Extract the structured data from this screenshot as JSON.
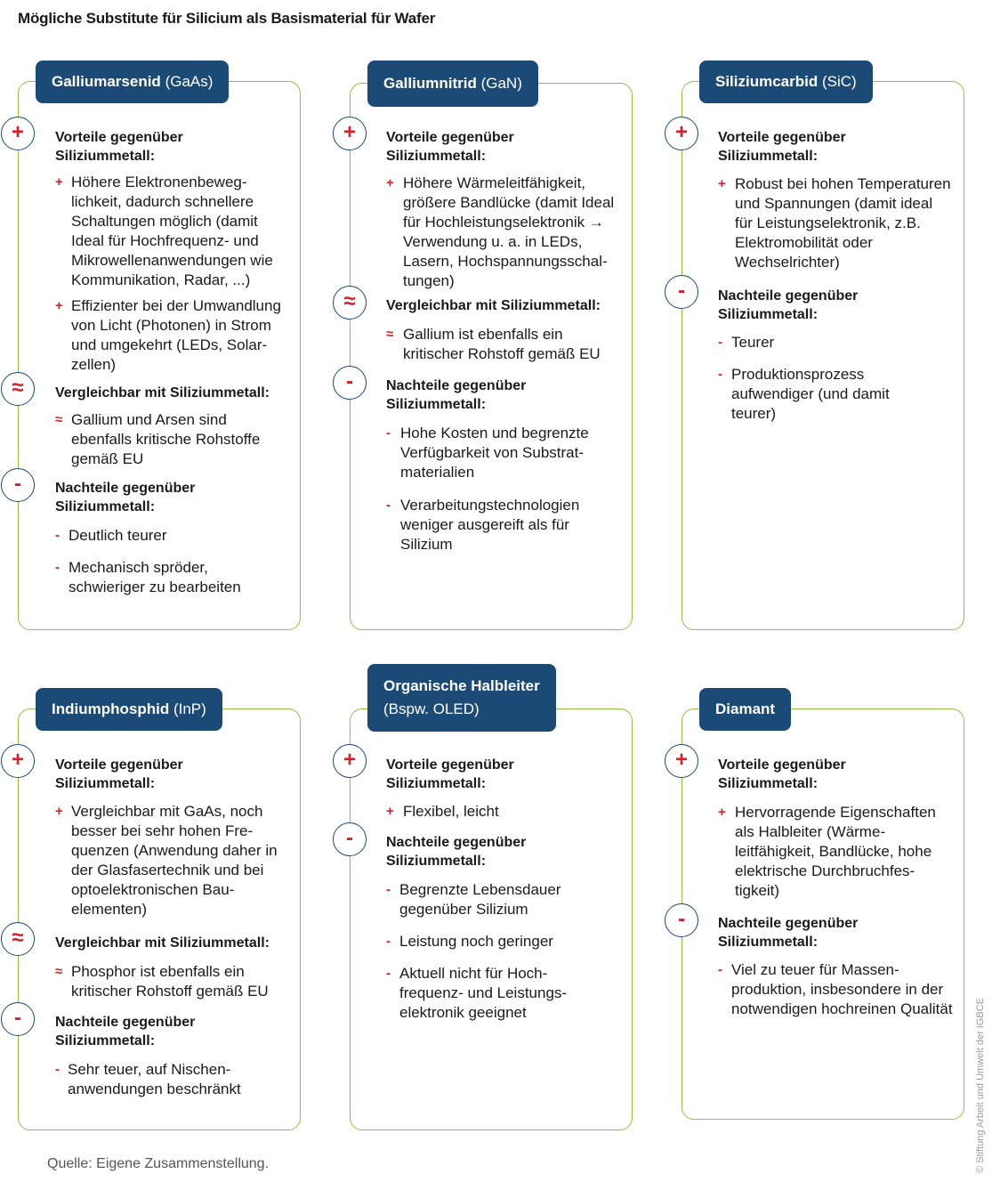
{
  "title": "Mögliche Substitute für Silicium als Basismaterial für Wafer",
  "source": "Quelle: Eigene Zusammenstellung.",
  "credit": "© Stiftung Arbeit und Umwelt der IGBCE",
  "colors": {
    "badge": "#1b4a76",
    "border": "#8fc33f",
    "marker": "#d61f26"
  },
  "icons": {
    "plus": "+",
    "approx": "≈",
    "minus": "-"
  },
  "sections": {
    "vorteile": "Vorteile gegenüber Siliziummetall:",
    "vergleichbar": "Vergleichbar mit Siliziummetall:",
    "nachteile": "Nachteile gegenüber Siliziummetall:"
  },
  "cards": [
    {
      "name": "Galliumarsenid",
      "abbr": "(GaAs)",
      "vorteile": [
        "Höhere Elektronenbeweg­lichkeit, dadurch schnellere Schaltungen möglich (damit Ideal für Hochfrequenz- und Mikrowellenanwendungen wie Kommunikation, Radar, ...)",
        "Effizienter bei der Umwandlung von Licht (Photonen) in Strom und umgekehrt (LEDs, Solar­zellen)"
      ],
      "vergleichbar": [
        "Gallium und Arsen sind ebenfalls kritische Rohstoffe gemäß EU"
      ],
      "nachteile": [
        "Deutlich teurer",
        "Mechanisch spröder, schwieriger zu bearbeiten"
      ]
    },
    {
      "name": "Galliumnitrid",
      "abbr": "(GaN)",
      "vorteile": [
        "Höhere Wärmeleitfähigkeit, größere Bandlücke (damit Ideal für Hochleistungselektronik → Verwendung u. a. in LEDs, Lasern, Hochspannungsschal­tungen)"
      ],
      "vergleichbar": [
        "Gallium ist ebenfalls ein kritischer Rohstoff gemäß EU"
      ],
      "nachteile": [
        "Hohe Kosten und begrenzte Verfügbarkeit von Substrat­materialien",
        "Verarbeitungstechnologien weniger ausgereift als für Silizium"
      ]
    },
    {
      "name": "Siliziumcarbid",
      "abbr": "(SiC)",
      "vorteile": [
        "Robust bei hohen Temperatu­ren und Spannungen (damit ideal für Leistungselektronik, z.B. Elektromobilität oder Wechselrichter)"
      ],
      "nachteile": [
        "Teurer",
        "Produktionsprozess aufwendiger (und damit teurer)"
      ]
    },
    {
      "name": "Indiumphosphid",
      "abbr": "(InP)",
      "vorteile": [
        "Vergleichbar mit GaAs, noch besser bei sehr hohen Fre­quenzen (Anwendung daher in der Glasfasertechnik und bei optoelektronischen Bau­elementen)"
      ],
      "vergleichbar": [
        "Phosphor ist ebenfalls ein kritischer Rohstoff gemäß EU"
      ],
      "nachteile": [
        "Sehr teuer, auf Nischen­anwendungen beschränkt"
      ]
    },
    {
      "name": "Organische Halbleiter",
      "abbr": "(Bspw. OLED)",
      "vorteile": [
        "Flexibel, leicht"
      ],
      "nachteile": [
        "Begrenzte Lebensdauer gegenüber Silizium",
        "Leistung noch geringer",
        "Aktuell nicht für Hoch­frequenz- und Leistungs­elektronik geeignet"
      ]
    },
    {
      "name": "Diamant",
      "abbr": "",
      "vorteile": [
        "Hervorragende Eigenschaf­ten als Halbleiter (Wärme­leitfähigkeit, Bandlücke, hohe elektrische Durchbruchfes­tigkeit)"
      ],
      "nachteile": [
        "Viel zu teuer für Massen­produktion, insbesondere in der notwendigen hochreinen Qualität"
      ]
    }
  ]
}
